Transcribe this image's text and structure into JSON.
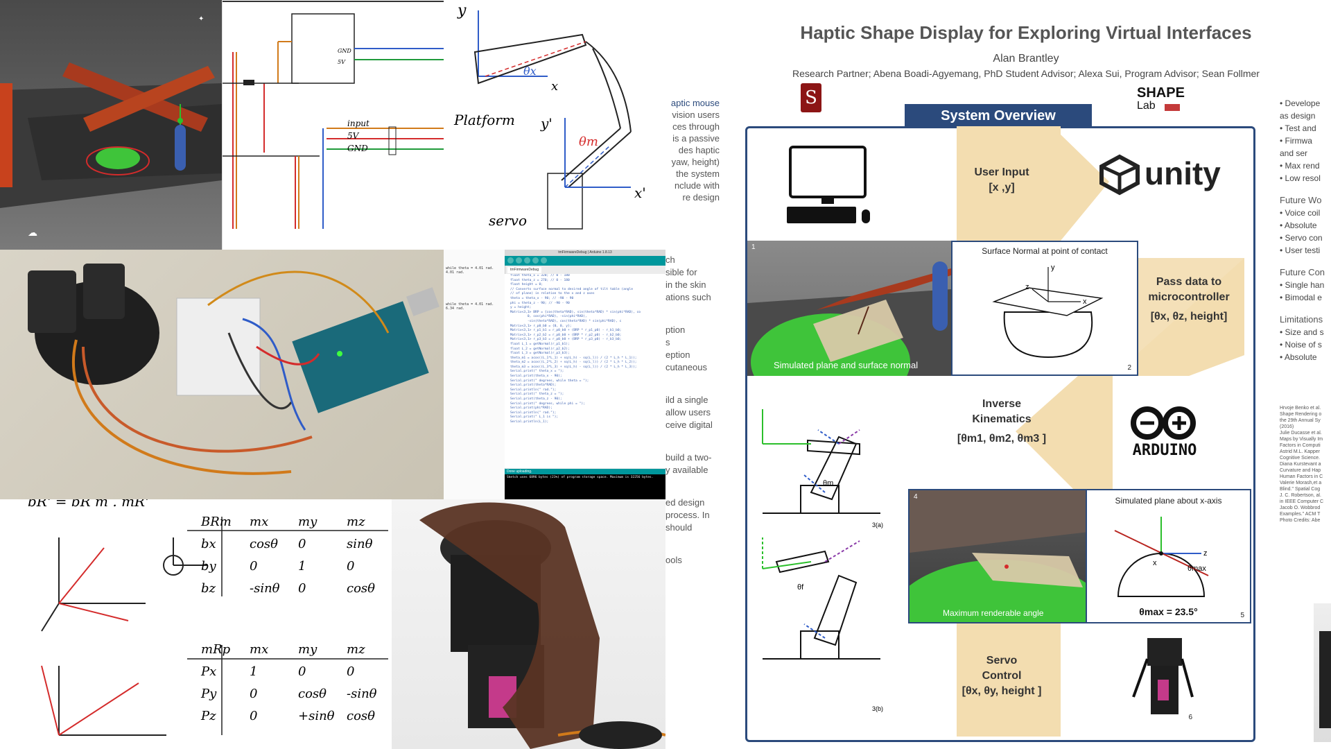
{
  "poster": {
    "title": "Haptic Shape Display for Exploring Virtual Interfaces",
    "author": "Alan Brantley",
    "partners": "Research Partner; Abena Boadi-Agyemang, PhD Student Advisor; Alexa Sui, Program Advisor; Sean Follmer",
    "section_title": "System Overview",
    "logo_left": "S",
    "logo_right_line1": "SHAPE",
    "logo_right_line2": "Lab"
  },
  "flow": {
    "user_input": "User Input",
    "user_input_vars": "[x ,y]",
    "pass_data_line1": "Pass data to",
    "pass_data_line2": "microcontroller",
    "pass_data_vars": "[θx, θz, height]",
    "inverse_line1": "Inverse",
    "inverse_line2": "Kinematics",
    "inverse_vars": "[θm1, θm2, θm3 ]",
    "servo_line1": "Servo",
    "servo_line2": "Control",
    "servo_vars": "[θx, θy, height ]",
    "unity_label": "unity",
    "arduino_label": "ARDUINO"
  },
  "figures": {
    "fig1_caption": "Simulated plane and surface normal",
    "fig1_num": "1",
    "fig2_title": "Surface Normal at point of contact",
    "fig2_num": "2",
    "fig3a_num": "3(a)",
    "fig3b_num": "3(b)",
    "fig3_theta_m": "θm",
    "fig3_theta_f": "θf",
    "fig4_caption": "Maximum renderable angle",
    "fig4_num": "4",
    "fig5_title": "Simulated plane about x-axis",
    "fig5_eq": "θmax = 23.5°",
    "fig5_label": "θmax",
    "fig5_num": "5",
    "fig6_num": "6"
  },
  "middle_column": [
    {
      "text": "aptic mouse",
      "blue": true
    },
    {
      "text": "vision users",
      "blue": false
    },
    {
      "text": "ces through",
      "blue": false
    },
    {
      "text": "is a passive",
      "blue": false
    },
    {
      "text": "des haptic",
      "blue": false
    },
    {
      "text": "yaw, height)",
      "blue": false
    },
    {
      "text": "the system",
      "blue": false
    },
    {
      "text": "nclude with",
      "blue": false
    },
    {
      "text": "re design",
      "blue": false
    }
  ],
  "middle_column2": [
    "ch",
    "sible for",
    "in the skin",
    "ations such",
    "ption",
    "s",
    "eption",
    "cutaneous",
    "ild a single",
    "allow users",
    "ceive digital",
    "build a two-",
    "y available",
    "ed design",
    "process. In",
    "should",
    "ools"
  ],
  "right_column": {
    "items1": [
      "• Develope",
      "  as design",
      "  • Test and",
      "  • Firmwa",
      "    and ser",
      "• Max rend",
      "• Low resol"
    ],
    "heading2": "Future Wo",
    "items2": [
      "• Voice coil",
      "• Absolute",
      "• Servo con",
      "• User testi"
    ],
    "heading3": "Future Con",
    "items3": [
      "• Single han",
      "• Bimodal e"
    ],
    "heading4": "Limitations",
    "items4": [
      "• Size and s",
      "• Noise of s",
      "• Absolute"
    ],
    "refs": [
      "Hrvoje Benko et al.",
      "Shape Rendering o",
      "the 29th Annual Sy",
      "(2016)",
      "Julie Ducasse et al.",
      "Maps by Visually Im",
      "Factors in Computi",
      "Astrid M.L. Kapper",
      "Cognitive Science.",
      "Diana Kurstevant a",
      "Curvature and Hap",
      "Human Factors in C",
      "Valerie Morash,et a",
      "Blind.\" Spatial Cog",
      "J. C. Robertson, al.",
      "in IEEE Computer C",
      "Jacob O. Wobbrod",
      "Examples.\" ACM T",
      "Photo Credits: Abe"
    ]
  },
  "sketches": {
    "wiring_gnd": "GND",
    "wiring_5v": "5V",
    "wiring_input": "input",
    "wiring_5v2": "5V",
    "wiring_gnd2": "GND",
    "platform": "Platform",
    "servo": "servo",
    "y": "y",
    "x": "x",
    "y_prime": "y'",
    "x_prime": "x'",
    "theta_x": "θx",
    "theta_m": "θm",
    "rot_eq": "bR' = bR m . mR'",
    "mat1_header": [
      "BRm",
      "mx",
      "my",
      "mz"
    ],
    "mat1_rows": [
      [
        "bx",
        "cosθ",
        "0",
        "sinθ"
      ],
      [
        "by",
        "0",
        "1",
        "0"
      ],
      [
        "bz",
        "-sinθ",
        "0",
        "cosθ"
      ]
    ],
    "mat2_header": [
      "mRp",
      "mx",
      "my",
      "mz"
    ],
    "mat2_rows": [
      [
        "Px",
        "1",
        "0",
        "0"
      ],
      [
        "Py",
        "0",
        "cosθ",
        "-sinθ"
      ],
      [
        "Pz",
        "0",
        "+sinθ",
        "cosθ"
      ]
    ]
  },
  "code_window": {
    "title": "tmFirmwareDebug | Arduino 1.8.13",
    "tab": "tmFirmwareDebug",
    "status": "Done uploading.",
    "console": "Sketch uses 6896 bytes (21%) of program storage space. Maximum is 32256 bytes.",
    "serial_lines": [
      "while theta = 4.01 rad.",
      "4.01 rad.",
      "while theta = 4.01 rad.",
      "6.34 rad."
    ],
    "code_lines": [
      "float theta_x = 320; // 0 - 180",
      "float theta_z = 270; // 0 - 180",
      "float height = 0;",
      "",
      "// Converts surface normal to desired angle of tilt table (angle",
      "// of plane) in relation to the x and z axes",
      "theta = theta_x - 90; // -90 - 90",
      "phi = theta_z - 90; // -90 - 90",
      "y = height;",
      "",
      "Matrix<3,3> BRP = {cos(theta*RAD), sin(theta*RAD) * sin(phi*RAD), co",
      "         0, cos(phi*RAD), -sin(phi*RAD),",
      "         -sin(theta*RAD), cos(theta*RAD) * sin(phi*RAD), c",
      "",
      "Matrix<3,1> r_p0_b0 = {0, 0, y};",
      "Matrix<3,1> r_p1_b1 = r_p0_b0 + (BRP * r_p1_p0) - r_b1_b0;",
      "Matrix<3,1> r_p2_b2 = r_p0_b0 + (BRP * r_p2_p0) - r_b2_b0;",
      "Matrix<3,1> r_p3_b3 = r_p0_b0 + (BRP * r_p3_p0) - r_b3_b0;",
      "",
      "float L_1 = getNormal(r_p1_b1);",
      "float L_2 = getNormal(r_p2_b2);",
      "float L_3 = getNormal(r_p3_b3);",
      "",
      "theta_m1 = acos((L_1*L_1) + sq(L_h) - sq(L_l)) / (2 * L_h * L_1));",
      "theta_m2 = acos((L_2*L_2) + sq(L_h) - sq(L_l)) / (2 * L_h * L_2));",
      "theta_m3 = acos((L_3*L_3) + sq(L_h) - sq(L_l)) / (2 * L_h * L_3));",
      "",
      "Serial.print(\" theta_x = \");",
      "Serial.print(theta_x - 90);",
      "Serial.print(\" degrees, while theta = \");",
      "Serial.print(theta*RAD);",
      "Serial.println(\" rad.\");",
      "",
      "Serial.print(\" theta_z = \");",
      "Serial.print(theta_z - 90);",
      "Serial.print(\" degrees, while phi = \");",
      "Serial.print(phi*RAD);",
      "Serial.println(\" rad.\");",
      "",
      "Serial.print(\" L_1 is \");",
      "Serial.println(L_1);"
    ]
  },
  "colors": {
    "navy": "#2b4a7c",
    "arrow_fill": "#f3ddb0",
    "ground_green": "#3fc43a",
    "bar_red": "#a83a1e"
  }
}
